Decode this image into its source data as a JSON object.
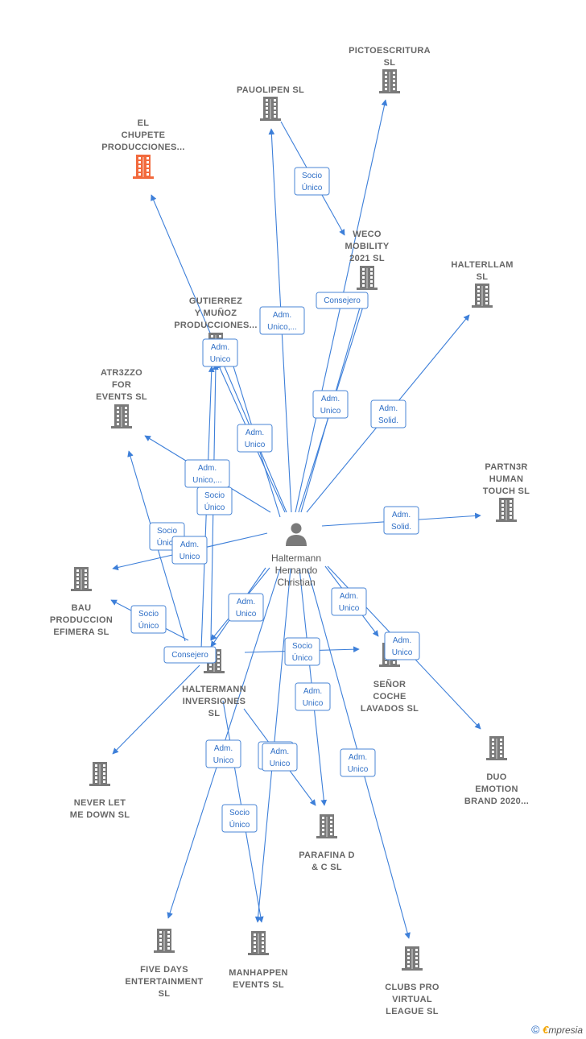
{
  "center": {
    "icon": "person-icon",
    "label_lines": [
      "Haltermann",
      "Hernando",
      "Christian"
    ]
  },
  "companies": [
    {
      "id": "pictoescritura",
      "label_lines": [
        "PICTOESCRITURA",
        "SL"
      ],
      "icon": "building-icon"
    },
    {
      "id": "paulipen",
      "label_lines": [
        "PAUOLIPEN  SL"
      ],
      "icon": "building-icon"
    },
    {
      "id": "el-chupete",
      "label_lines": [
        "EL",
        "CHUPETE",
        "PRODUCCIONES..."
      ],
      "icon": "building-icon",
      "highlight": true
    },
    {
      "id": "weco",
      "label_lines": [
        "WECO",
        "MOBILITY",
        "2021  SL"
      ],
      "icon": "building-icon"
    },
    {
      "id": "halterllam",
      "label_lines": [
        "HALTERLLAM",
        "SL"
      ],
      "icon": "building-icon"
    },
    {
      "id": "gutierrez",
      "label_lines": [
        "GUTIERREZ",
        "Y MUÑOZ",
        "PRODUCCIONES..."
      ],
      "icon": "building-icon"
    },
    {
      "id": "atr3zzo",
      "label_lines": [
        "ATR3ZZO",
        "FOR",
        "EVENTS  SL"
      ],
      "icon": "building-icon"
    },
    {
      "id": "partn3r",
      "label_lines": [
        "PARTN3R",
        "HUMAN",
        "TOUCH  SL"
      ],
      "icon": "building-icon"
    },
    {
      "id": "bau",
      "label_lines": [
        "BAU",
        "PRODUCCION",
        "EFIMERA  SL"
      ],
      "icon": "building-icon"
    },
    {
      "id": "haltermann-inv",
      "label_lines": [
        "HALTERMANN",
        "INVERSIONES",
        "SL"
      ],
      "icon": "building-icon"
    },
    {
      "id": "senor-coche",
      "label_lines": [
        "SEÑOR",
        "COCHE",
        "LAVADOS  SL"
      ],
      "icon": "building-icon"
    },
    {
      "id": "duo",
      "label_lines": [
        "DUO",
        "EMOTION",
        "BRAND 2020..."
      ],
      "icon": "building-icon"
    },
    {
      "id": "never",
      "label_lines": [
        "NEVER LET",
        "ME DOWN SL"
      ],
      "icon": "building-icon"
    },
    {
      "id": "parafina",
      "label_lines": [
        "PARAFINA D",
        "& C SL"
      ],
      "icon": "building-icon"
    },
    {
      "id": "five-days",
      "label_lines": [
        "FIVE DAYS",
        "ENTERTAINMENT",
        "SL"
      ],
      "icon": "building-icon"
    },
    {
      "id": "manhappen",
      "label_lines": [
        "MANHAPPEN",
        "EVENTS  SL"
      ],
      "icon": "building-icon"
    },
    {
      "id": "clubs-pro",
      "label_lines": [
        "CLUBS PRO",
        "VIRTUAL",
        "LEAGUE  SL"
      ],
      "icon": "building-icon"
    }
  ],
  "relations": [
    {
      "id": "r1",
      "lines": [
        "Socio",
        "Único"
      ]
    },
    {
      "id": "r2",
      "lines": [
        "Consejero"
      ]
    },
    {
      "id": "r3",
      "lines": [
        "Adm.",
        "Unico,..."
      ]
    },
    {
      "id": "r4",
      "lines": [
        "Adm.",
        "Unico"
      ]
    },
    {
      "id": "r5",
      "lines": [
        "Adm.",
        "Unico"
      ]
    },
    {
      "id": "r6",
      "lines": [
        "Adm.",
        "Solid."
      ]
    },
    {
      "id": "r7",
      "lines": [
        "Adm.",
        "Unico"
      ]
    },
    {
      "id": "r8",
      "lines": [
        "Adm.",
        "Unico,..."
      ]
    },
    {
      "id": "r9",
      "lines": [
        "Socio",
        "Único"
      ]
    },
    {
      "id": "r10",
      "lines": [
        "Adm.",
        "Solid."
      ]
    },
    {
      "id": "r11",
      "lines": [
        "Socio",
        "Único"
      ]
    },
    {
      "id": "r12",
      "lines": [
        "Adm.",
        "Unico"
      ]
    },
    {
      "id": "r13",
      "lines": [
        "Socio",
        "Único"
      ]
    },
    {
      "id": "r14",
      "lines": [
        "Adm.",
        "Unico"
      ]
    },
    {
      "id": "r15",
      "lines": [
        "Adm.",
        "Unico"
      ]
    },
    {
      "id": "r16",
      "lines": [
        "Adm.",
        "Unico"
      ]
    },
    {
      "id": "r17",
      "lines": [
        "Consejero"
      ]
    },
    {
      "id": "r18",
      "lines": [
        "Socio",
        "Único"
      ]
    },
    {
      "id": "r19",
      "lines": [
        "Adm.",
        "Unico"
      ]
    },
    {
      "id": "r20",
      "lines": [
        "Adm.",
        "Unico"
      ]
    },
    {
      "id": "r21",
      "lines": [
        "Adm.",
        "Unico"
      ]
    },
    {
      "id": "r22",
      "lines": [
        "Adm.",
        "Unico"
      ]
    },
    {
      "id": "r23",
      "lines": [
        "Socio",
        "Único"
      ]
    },
    {
      "id": "r24",
      "lines": [
        "Adm.",
        "Unico"
      ]
    }
  ],
  "colors": {
    "edge": "#3d7fd9",
    "building": "#7a7a7a",
    "building_highlight": "#f26a3d",
    "person": "#7a7a7a"
  },
  "footer": {
    "copyright_symbol": "©",
    "brand_initial": "€",
    "brand_rest": "mpresia"
  }
}
